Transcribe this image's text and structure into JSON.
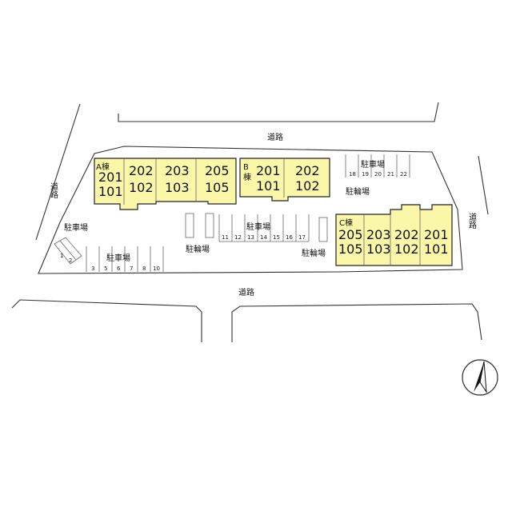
{
  "roads": {
    "top": "道路",
    "bottom": "道路",
    "left": "道路",
    "right": "道路"
  },
  "buildings": {
    "a": {
      "label": "A棟",
      "units": [
        {
          "upper": "201",
          "lower": "101"
        },
        {
          "upper": "202",
          "lower": "102"
        },
        {
          "upper": "203",
          "lower": "103"
        },
        {
          "upper": "205",
          "lower": "105"
        }
      ]
    },
    "b": {
      "label": "B棟",
      "units": [
        {
          "upper": "201",
          "lower": "101"
        },
        {
          "upper": "202",
          "lower": "102"
        }
      ]
    },
    "c": {
      "label": "C棟",
      "units": [
        {
          "upper": "205",
          "lower": "105"
        },
        {
          "upper": "203",
          "lower": "103"
        },
        {
          "upper": "202",
          "lower": "102"
        },
        {
          "upper": "201",
          "lower": "101"
        }
      ]
    }
  },
  "parking": {
    "label": "駐車場",
    "left_slots": [
      "1",
      "2"
    ],
    "bottom_slots": [
      "3",
      "5",
      "6",
      "7",
      "8",
      "10"
    ],
    "middle_slots": [
      "11",
      "12",
      "13",
      "14",
      "15",
      "16",
      "17"
    ],
    "top_slots": [
      "18",
      "19",
      "20",
      "21",
      "22"
    ]
  },
  "bicycle_parking": {
    "label": "駐輪場"
  },
  "compass": {
    "icon": "north-arrow-icon",
    "direction": "north"
  }
}
